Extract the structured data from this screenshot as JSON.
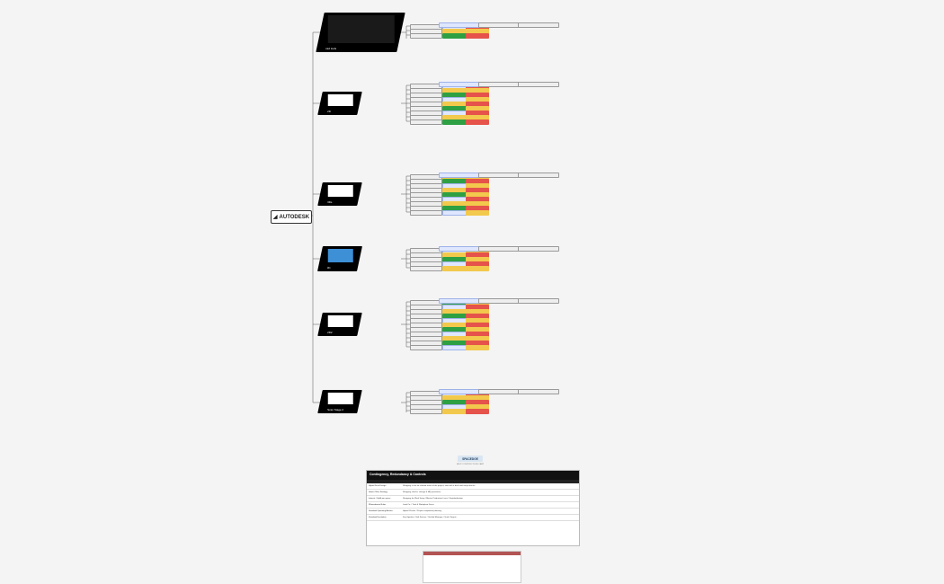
{
  "root": {
    "label": "AUTODESK"
  },
  "cards": [
    {
      "label": "cad tools"
    },
    {
      "label": "2D"
    },
    {
      "label": "3Ds"
    },
    {
      "label": "3C"
    },
    {
      "label": "2D2"
    },
    {
      "label": "Scan Stage 2"
    }
  ],
  "legend": {
    "brand": "SPACEDGE",
    "brand_tag": "MECP CONSTRUCTIONS CAMP",
    "title": "Contingency, Redundancy & Controls",
    "rows": [
      {
        "key": "Hybrid Desk Design",
        "value": "Shopping is not an isolated event of the project; start with a desk and setup that fits."
      },
      {
        "key": "Home Office Strategy",
        "value": "Shopping checks; storage & IAQ provisions."
      },
      {
        "key": "Interest / Uplift per space",
        "value": "Shopping for Work Setup / Master Production Lines / Standardization"
      },
      {
        "key": "Whereabouts Rules",
        "value": "Lead Co. / Task & Workplace Focus"
      },
      {
        "key": "Standard Operating Actions",
        "value": "Hybrid Checks / Project completion planning"
      },
      {
        "key": "Standard Escalation",
        "value": "Key Speaker / Soft Factors / Verified Manager / Scale Targets"
      }
    ]
  }
}
